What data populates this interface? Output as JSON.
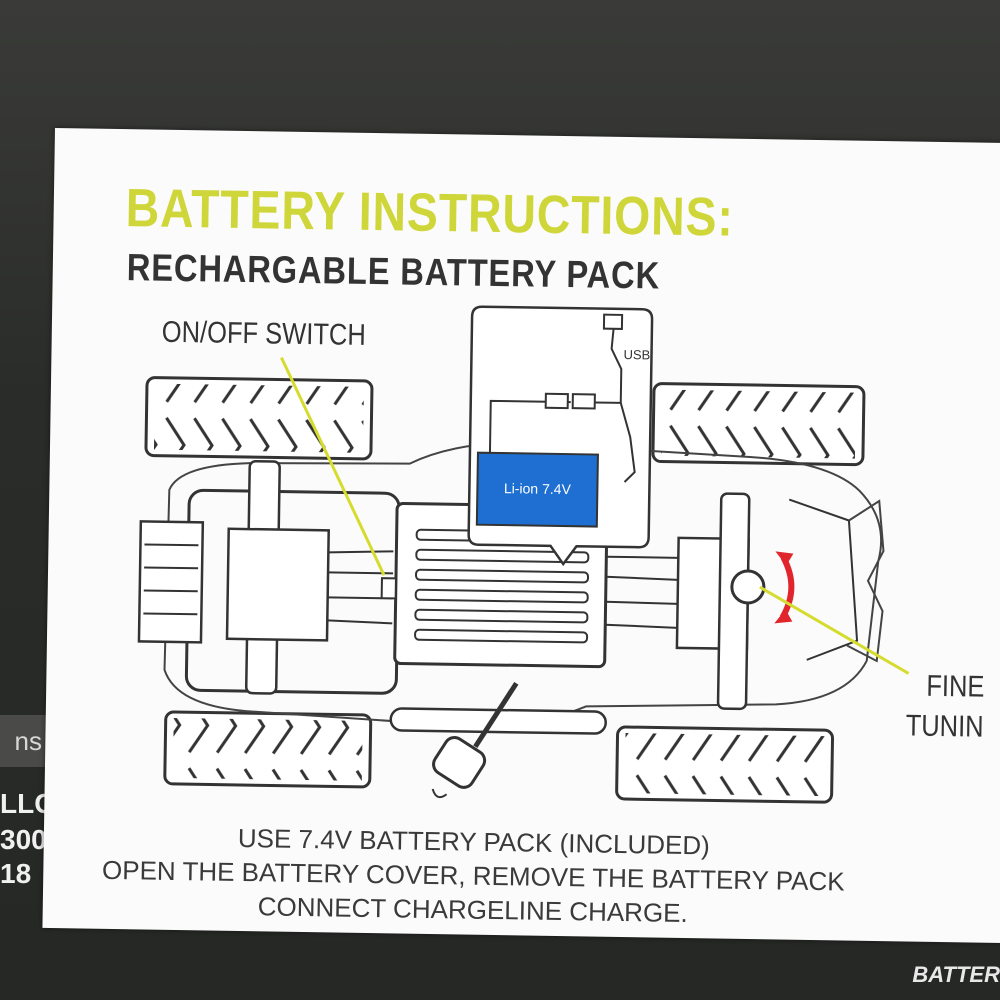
{
  "card": {
    "title": "BATTERY INSTRUCTIONS:",
    "subtitle": "RECHARGABLE BATTERY PACK",
    "labels": {
      "switch": "ON/OFF SWITCH",
      "fine_line1": "FINE",
      "fine_line2": "TUNIN",
      "usb": "USB",
      "battery": "Li-ion 7.4V"
    },
    "instructions": [
      "USE 7.4V BATTERY PACK (INCLUDED)",
      "OPEN THE BATTERY COVER, REMOVE THE BATTERY PACK",
      "CONNECT CHARGELINE CHARGE."
    ]
  },
  "left_edge": {
    "tab_text": "ns",
    "line1": "LLC",
    "line2": "300",
    "line3": "18"
  },
  "bottom_right": "BATTER",
  "colors": {
    "title": "#cfd63a",
    "battery_fill": "#1e6fd1",
    "pointer_line": "#d6dc2f",
    "tuning_arrow": "#e0262c"
  }
}
